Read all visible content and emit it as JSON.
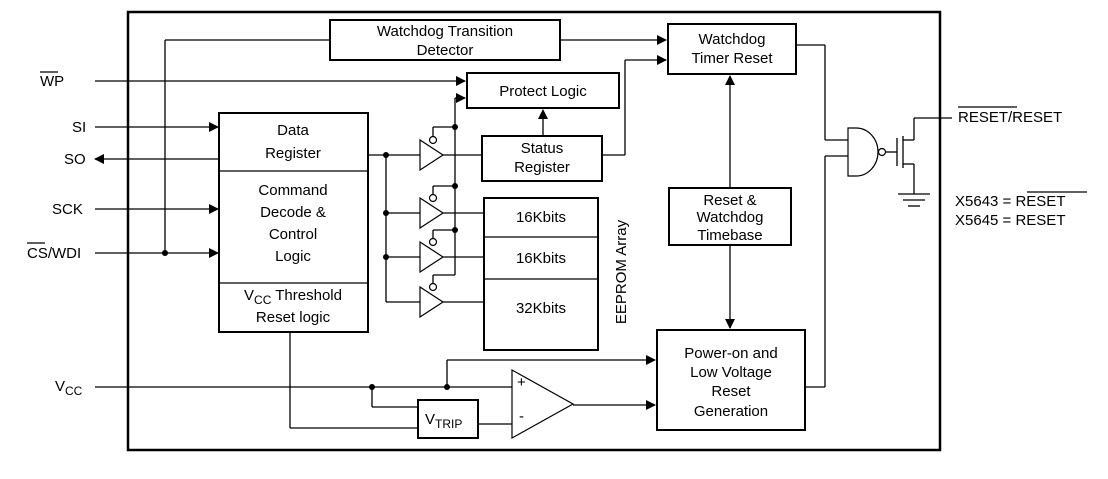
{
  "pins": {
    "wp": "WP",
    "si": "SI",
    "so": "SO",
    "sck": "SCK",
    "cs": "CS",
    "wdi": "/WDI",
    "vcc_main": "V",
    "vcc_sub": "CC"
  },
  "blocks": {
    "watchdog_transition_l1": "Watchdog Transition",
    "watchdog_transition_l2": "Detector",
    "watchdog_timer_reset_l1": "Watchdog",
    "watchdog_timer_reset_l2": "Timer Reset",
    "protect_logic": "Protect Logic",
    "status_register_l1": "Status",
    "status_register_l2": "Register",
    "data_register_l1": "Data",
    "data_register_l2": "Register",
    "command_decode_l1": "Command",
    "command_decode_l2": "Decode &",
    "command_decode_l3": "Control",
    "command_decode_l4": "Logic",
    "vcc_threshold_v": "V",
    "vcc_threshold_sub": "CC",
    "vcc_threshold_rest": " Threshold",
    "vcc_threshold_l2": "Reset logic",
    "eeprom_16k_1": "16Kbits",
    "eeprom_16k_2": "16Kbits",
    "eeprom_32k": "32Kbits",
    "eeprom_array": "EEPROM Array",
    "reset_watchdog_timebase_l1": "Reset &",
    "reset_watchdog_timebase_l2": "Watchdog",
    "reset_watchdog_timebase_l3": "Timebase",
    "power_on_l1": "Power-on and",
    "power_on_l2": "Low Voltage",
    "power_on_l3": "Reset",
    "power_on_l4": "Generation",
    "vtrip_main": "V",
    "vtrip_sub": "TRIP",
    "comparator_plus": "+",
    "comparator_minus": "-"
  },
  "output": {
    "reset_bar": "RESET",
    "reset_rest": "/RESET",
    "note1_prefix": "X5643 = ",
    "note1_value": "RESET",
    "note2_prefix": "X5645 = ",
    "note2_value": "RESET"
  }
}
